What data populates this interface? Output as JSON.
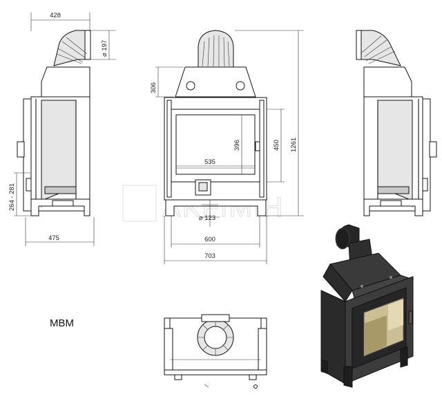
{
  "model_label": "MBM",
  "watermark": "AKFIMIH",
  "dimensions": {
    "side_depth": "428",
    "flue_diameter": "⌀ 197",
    "top_height": "306",
    "total_height": "1261",
    "door_height": "450",
    "glass_height": "396",
    "glass_width": "535",
    "leg_height": "264 - 281",
    "side_width": "475",
    "air_inlet": "⌀ 123",
    "body_width": "600",
    "total_width": "703"
  },
  "colors": {
    "line": "#111111",
    "metal": "#3a3a3a",
    "glass": "#cdbf95"
  }
}
